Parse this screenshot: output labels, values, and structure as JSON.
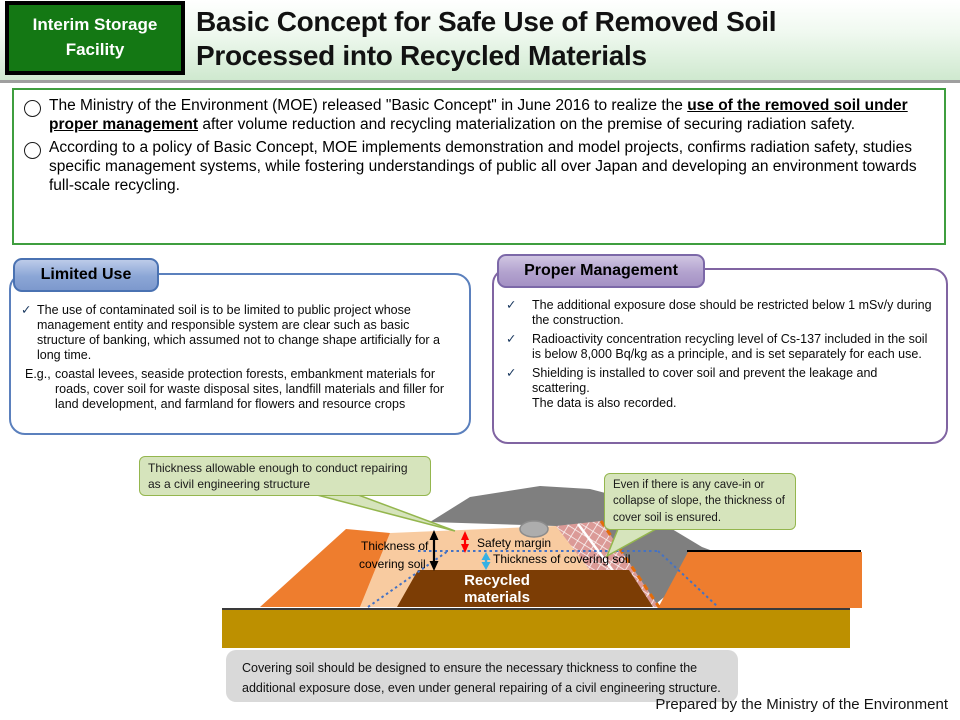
{
  "header": {
    "badge_line1": "Interim Storage",
    "badge_line2": "Facility",
    "title_line1": "Basic Concept for Safe Use of Removed Soil",
    "title_line2": "Processed into Recycled Materials"
  },
  "intro": {
    "bullet1_pre": "The Ministry of the Environment (MOE) released \"Basic Concept\" in June 2016 to realize the ",
    "bullet1_emph": "use of the removed soil under proper management",
    "bullet1_post": " after volume reduction and recycling materialization on the premise of securing radiation safety.",
    "bullet2": "According to a policy of Basic Concept, MOE implements demonstration and model projects, confirms radiation safety, studies specific management systems, while fostering understandings of public all over Japan and developing an environment towards full-scale recycling."
  },
  "limited_use": {
    "title": "Limited Use",
    "check": "✓",
    "item": "The use of contaminated soil is to be limited to public project whose management entity and responsible system are clear such as basic structure of banking, which assumed not to change shape artificially for a long time.",
    "example_label": "E.g.,",
    "example": "coastal levees, seaside protection forests, embankment materials for roads, cover soil for waste disposal sites, landfill materials and filler for land development, and farmland for flowers and resource crops"
  },
  "proper_management": {
    "title": "Proper Management",
    "check": "✓",
    "items": [
      "The additional exposure dose should be restricted below 1 mSv/y during the construction.",
      " Radioactivity concentration recycling level of Cs-137 included in the soil is below 8,000 Bq/kg as a principle, and is set separately for each use.",
      " Shielding is installed to cover soil and prevent the leakage and scattering.\nThe data is also recorded."
    ]
  },
  "diagram": {
    "callout_left": "Thickness allowable enough to conduct repairing as a civil engineering structure",
    "callout_right": "Even if there is any cave-in or collapse of slope, the thickness of cover soil is ensured.",
    "label_thickness_covering_1": "Thickness of",
    "label_thickness_covering_2": "covering soil",
    "label_safety_margin": "Safety margin",
    "label_thickness_covering_right": "Thickness of covering soil",
    "recycled_label": "Recycled materials",
    "note": "Covering soil should be designed to ensure the necessary thickness to confine the additional exposure dose, even under general repairing of a civil engineering structure.",
    "colors": {
      "badge_green": "#147814",
      "intro_border_green": "#3f9e3f",
      "limited_tab_blue": "#7d99cd",
      "proper_tab_purple": "#a491c4",
      "callout_green": "#d6e4bc",
      "cover_soil_peach": "#f8cba0",
      "slope_orange": "#ee7d2e",
      "ground_gold": "#bd9000",
      "recycled_brown": "#7c3d05",
      "mound_gray": "#7f7f7f",
      "collapse_pink": "#db9a97",
      "safety_margin_red": "#ff0000",
      "covering_soil_blue": "#35b1e4",
      "design_line_blue": "#4472c4"
    }
  },
  "footer": "Prepared by the Ministry of the Environment"
}
